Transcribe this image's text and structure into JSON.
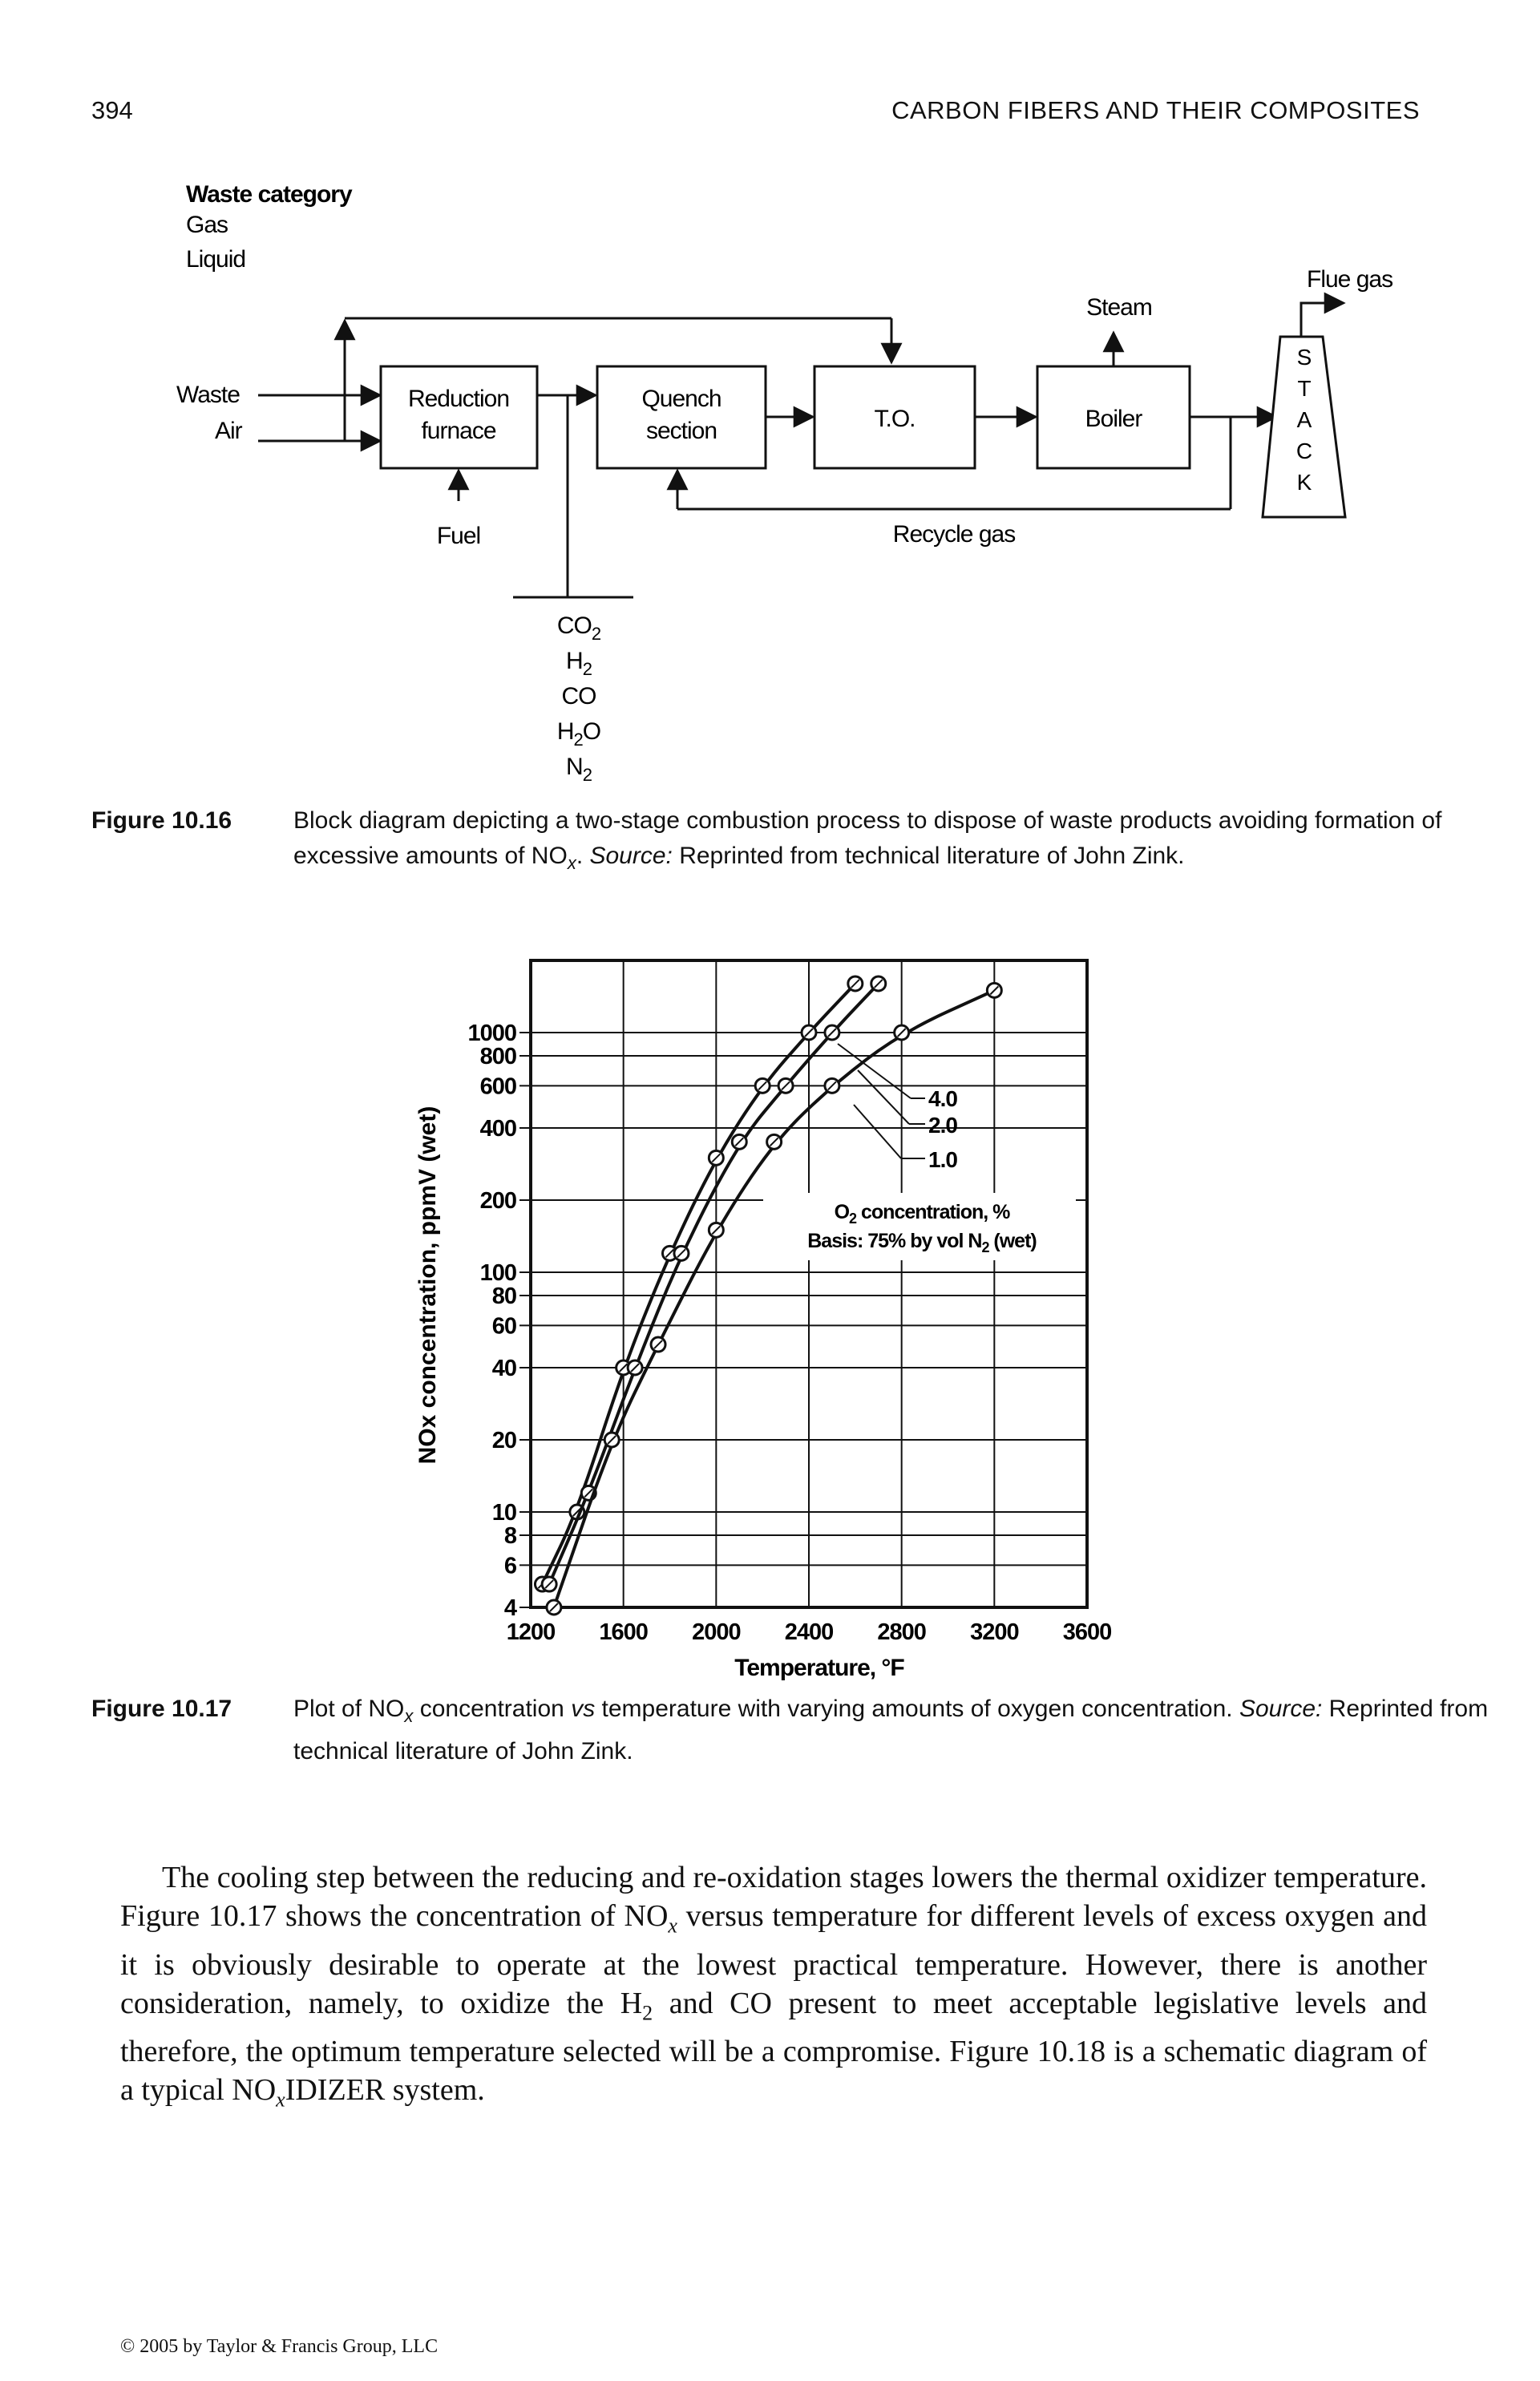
{
  "header": {
    "page_number": "394",
    "running_title": "CARBON FIBERS AND THEIR COMPOSITES"
  },
  "figure_1": {
    "waste_category": {
      "title": "Waste category",
      "items": [
        "Gas",
        "Liquid"
      ]
    },
    "inputs": {
      "waste": "Waste",
      "air": "Air",
      "fuel": "Fuel"
    },
    "blocks": {
      "reduction": [
        "Reduction",
        "furnace"
      ],
      "quench": [
        "Quench",
        "section"
      ],
      "to": "T.O.",
      "boiler": "Boiler"
    },
    "steam": "Steam",
    "flue_gas": "Flue gas",
    "stack_letters": [
      "S",
      "T",
      "A",
      "C",
      "K"
    ],
    "recycle_gas": "Recycle gas",
    "off_gases": [
      {
        "base": "CO",
        "sub": "2"
      },
      {
        "base": "H",
        "sub": "2"
      },
      {
        "base": "CO",
        "sub": ""
      },
      {
        "base": "H",
        "sub": "2",
        "tail": "O"
      },
      {
        "base": "N",
        "sub": "2"
      }
    ]
  },
  "caption_1": {
    "label": "Figure 10.16",
    "text_before": "Block diagram depicting a two-stage combustion process to dispose of waste products avoiding formation of excessive amounts of NO",
    "sub_x": "x",
    "text_mid": ". ",
    "source_label": "Source:",
    "text_after": " Reprinted from technical literature of John Zink."
  },
  "figure_2": {
    "chart_data": {
      "type": "line",
      "title": "",
      "xlabel": "Temperature, °F",
      "ylabel": "NOx concentration, ppmV (wet)",
      "x_ticks": [
        "1200",
        "1600",
        "2000",
        "2400",
        "2800",
        "3200",
        "3600"
      ],
      "xlim": [
        1200,
        3600
      ],
      "y_scale": "log",
      "ylim": [
        4,
        2000
      ],
      "y_ticks": [
        "4",
        "6",
        "8",
        "10",
        "20",
        "40",
        "60",
        "80",
        "100",
        "200",
        "400",
        "600",
        "800",
        "1000"
      ],
      "grid": true,
      "series": [
        {
          "name": "4.0",
          "x": [
            1250,
            1400,
            1600,
            1800,
            2000,
            2200,
            2400,
            2600
          ],
          "y": [
            5,
            10,
            40,
            120,
            300,
            600,
            1000,
            1600
          ]
        },
        {
          "name": "2.0",
          "x": [
            1280,
            1450,
            1650,
            1850,
            2100,
            2300,
            2500,
            2700
          ],
          "y": [
            5,
            12,
            40,
            120,
            350,
            600,
            1000,
            1600
          ]
        },
        {
          "name": "1.0",
          "x": [
            1300,
            1550,
            1750,
            2000,
            2250,
            2500,
            2800,
            3200
          ],
          "y": [
            4,
            20,
            50,
            150,
            350,
            600,
            1000,
            1500
          ]
        }
      ],
      "annotation_parts": [
        "O",
        "2",
        " concentration, %",
        "Basis: 75% by vol N",
        "2",
        " (wet)"
      ]
    }
  },
  "caption_2": {
    "label": "Figure 10.17",
    "text_before": "Plot of NO",
    "sub_x": "x",
    "text_mid": " concentration ",
    "vs": "vs",
    "text_mid2": " temperature with varying amounts of oxygen concentration. ",
    "source_label": "Source:",
    "text_after": " Reprinted from technical literature of John Zink."
  },
  "body": {
    "p1": "The cooling step between the reducing and re-oxidation stages lowers the thermal oxidizer temperature. Figure 10.17 shows the concentration of NO",
    "sub1": "x",
    "p2": " versus temperature for different levels of excess oxygen and it is obviously desirable to operate at the lowest practical temperature. However, there is another consideration, namely, to oxidize the H",
    "sub2": "2",
    "p3": " and CO present to meet acceptable legislative levels and therefore, the optimum temperature selected will be a compromise. Figure 10.18 is a schematic diagram of a typical NO",
    "sub3": "x",
    "p4": "IDIZER system."
  },
  "footer": {
    "copyright": "© 2005 by Taylor & Francis Group, LLC"
  }
}
